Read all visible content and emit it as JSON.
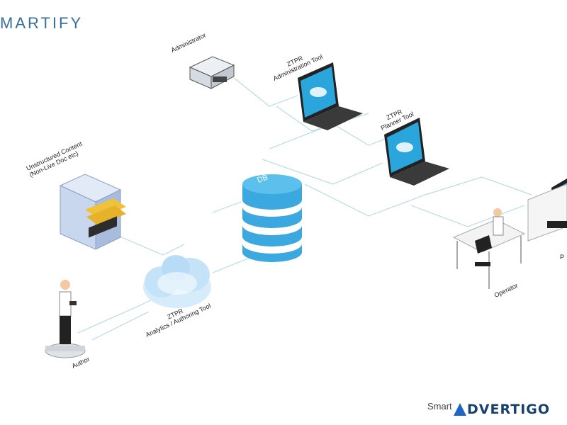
{
  "brand": {
    "name": "MARTIFY"
  },
  "labels": {
    "administrator": "Administrator",
    "admin_tool": "ZTPR\nAdministration Tool",
    "planner_tool": "ZTPR\nPlanner Tool",
    "database": "DB",
    "unstructured": "Unstructured Content\n(Non-Live Doc etc)",
    "cloud_tool": "ZTPR\nAnalytics / Authoring Tool",
    "author": "Author",
    "operator": "Operator",
    "planner": "P"
  },
  "footer": {
    "smart_text": "Smart",
    "badge": "DVERTIGO",
    "colors": {
      "badge_blue": "#1f66c4",
      "badge_text": "#16406f"
    }
  },
  "colors": {
    "connector": "#b8dce0",
    "laptop_screen": "#2aa6dc",
    "database_blue": "#3ba8e0",
    "cabinet": "#c9d7ee",
    "folder": "#f0c23a",
    "brand": "#3a6f98"
  }
}
